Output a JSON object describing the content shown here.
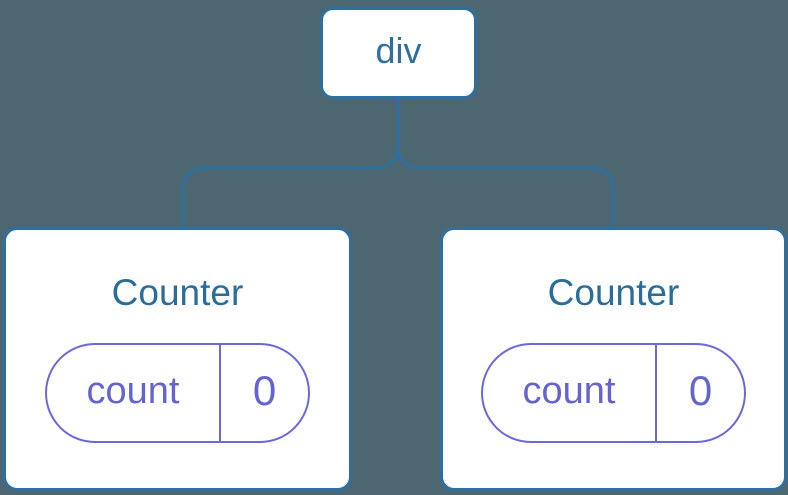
{
  "diagram": {
    "type": "component-tree",
    "colors": {
      "background": "#4C6772",
      "node_border_blue": "#2E6F9E",
      "node_text_blue": "#2A6D9B",
      "state_purple": "#6B69DA",
      "node_fill": "#ffffff"
    },
    "root": {
      "label": "div"
    },
    "children": [
      {
        "title": "Counter",
        "state": {
          "name": "count",
          "value": "0"
        }
      },
      {
        "title": "Counter",
        "state": {
          "name": "count",
          "value": "0"
        }
      }
    ]
  }
}
